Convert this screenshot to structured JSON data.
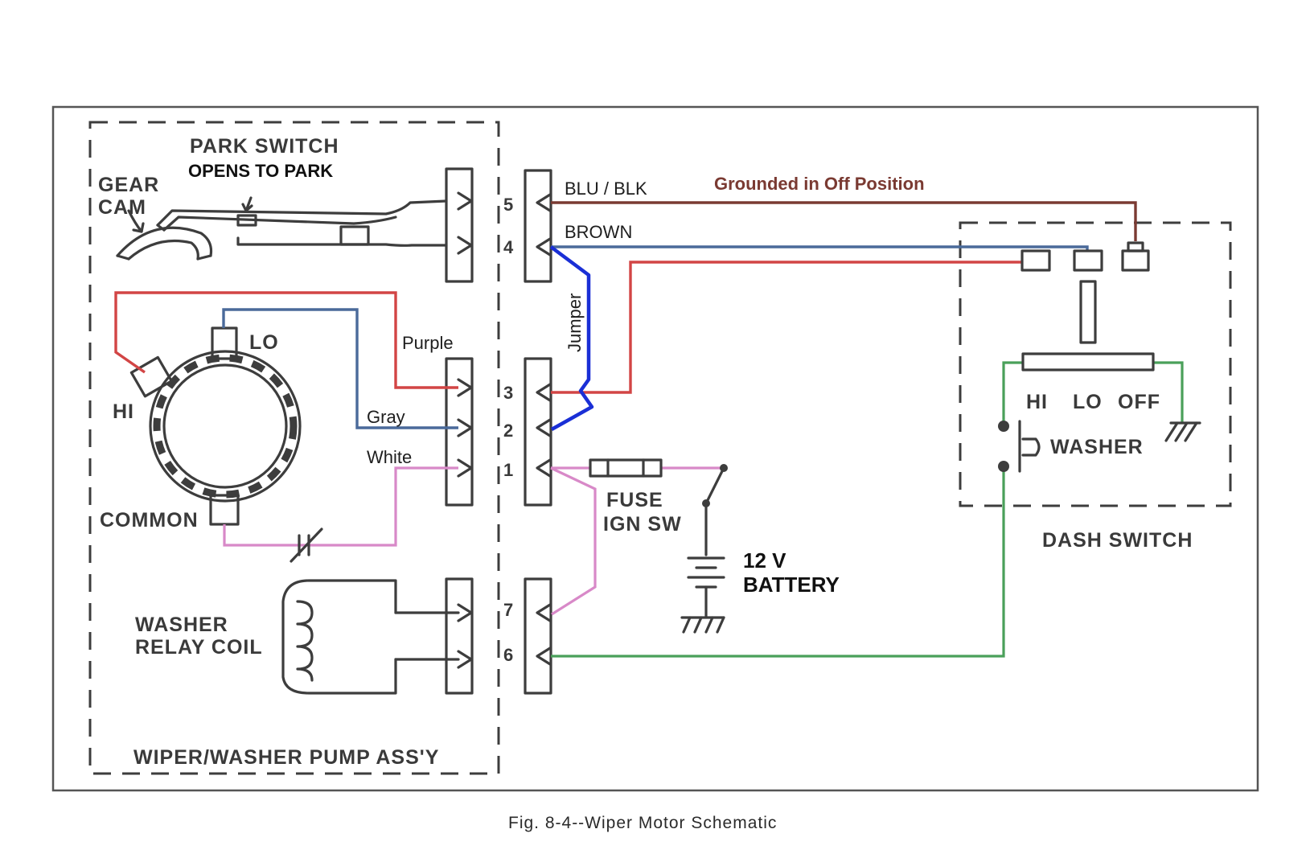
{
  "caption": "Fig. 8-4--Wiper Motor Schematic",
  "left_assembly": {
    "title": "WIPER/WASHER PUMP ASS'Y",
    "park_switch": "PARK SWITCH",
    "opens_to_park": "OPENS TO PARK",
    "gear_cam_1": "GEAR",
    "gear_cam_2": "CAM",
    "lo": "LO",
    "hi": "HI",
    "common": "COMMON",
    "washer_relay_1": "WASHER",
    "washer_relay_2": "RELAY COIL",
    "wire_purple": "Purple",
    "wire_gray": "Gray",
    "wire_white": "White"
  },
  "connector_pins": [
    "5",
    "4",
    "3",
    "2",
    "1",
    "7",
    "6"
  ],
  "wires": {
    "blu_blk": "BLU / BLK",
    "brown": "BROWN",
    "jumper": "Jumper",
    "grounded_note": "Grounded in Off Position"
  },
  "fuse": {
    "line1": "FUSE",
    "line2": "IGN SW"
  },
  "battery": {
    "line1": "12 V",
    "line2": "BATTERY"
  },
  "dash_switch": {
    "title": "DASH SWITCH",
    "hi": "HI",
    "lo": "LO",
    "off": "OFF",
    "washer": "WASHER"
  },
  "colors": {
    "ink": "#3d3d3d",
    "red": "#d24545",
    "blue": "#4a6a9a",
    "brown": "#7a3a32",
    "pink": "#d889c8",
    "green": "#4aa05a",
    "jumper": "#1a2fd6"
  }
}
